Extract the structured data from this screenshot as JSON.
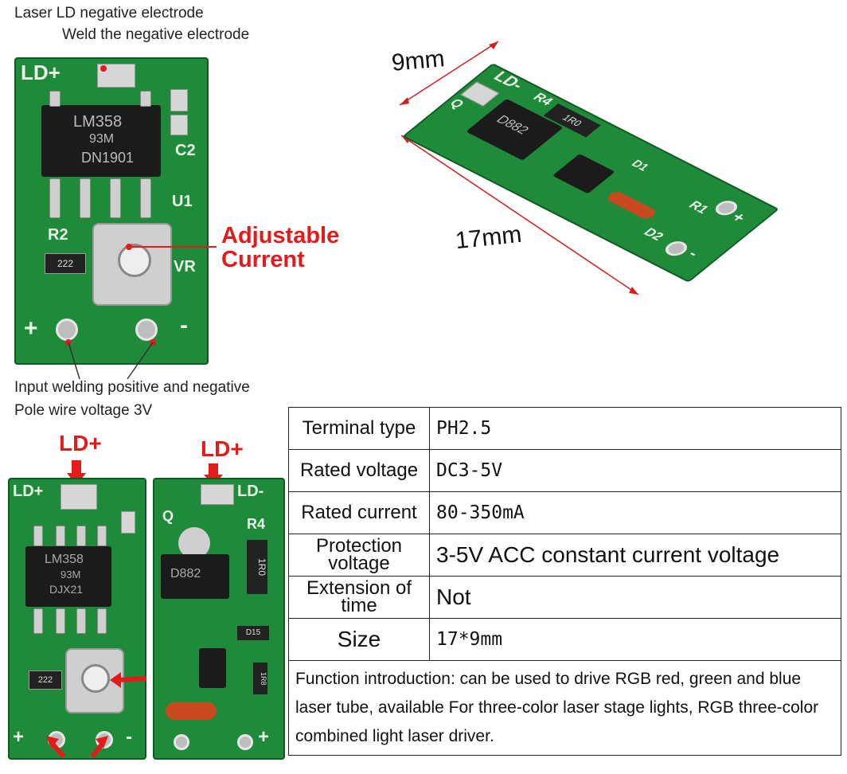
{
  "labels": {
    "ld_negative": "Laser LD negative electrode",
    "weld_negative": "Weld the negative electrode",
    "adjustable": [
      "Adjustable",
      "Current"
    ],
    "input_line1": "Input welding positive and negative",
    "input_line2": "Pole wire voltage 3V",
    "dim_width": "9mm",
    "dim_length": "17mm",
    "ld_plus_1": "LD+",
    "ld_plus_2": "LD+"
  },
  "board_markings": {
    "ld_plus": "LD+",
    "ld_minus": "LD-",
    "chip_top": "LM358",
    "chip_mid": "93M",
    "chip_bot": "DN1901",
    "chip2_bot": "DJX21",
    "transistor": "D882",
    "c2": "C2",
    "u1": "U1",
    "r2": "R2",
    "vr": "VR",
    "r4": "R4",
    "r1": "R1",
    "d1": "D1",
    "d2": "D2",
    "q": "Q",
    "res_code": "222",
    "res_1r0": "1R0",
    "res_1r": "1R0",
    "d15": "D15",
    "r81": "1R8",
    "plus": "+",
    "minus": "-"
  },
  "spec_table": {
    "rows": [
      {
        "key": "Terminal type",
        "value": "PH2.5"
      },
      {
        "key": "Rated voltage",
        "value": "DC3-5V"
      },
      {
        "key": "Rated current",
        "value": "80-350mA"
      },
      {
        "key": "Protection voltage",
        "value": "3-5V  ACC constant current voltage"
      },
      {
        "key": "Extension of time",
        "value": "Not"
      },
      {
        "key": "Size",
        "value": "17*9mm"
      }
    ],
    "description": "Function introduction: can be used to drive RGB red, green and blue laser tube, available For three-color laser stage lights, RGB three-color combined light laser driver."
  },
  "colors": {
    "pcb": "#1f8a3a",
    "annotation_red": "#e21b1b"
  }
}
